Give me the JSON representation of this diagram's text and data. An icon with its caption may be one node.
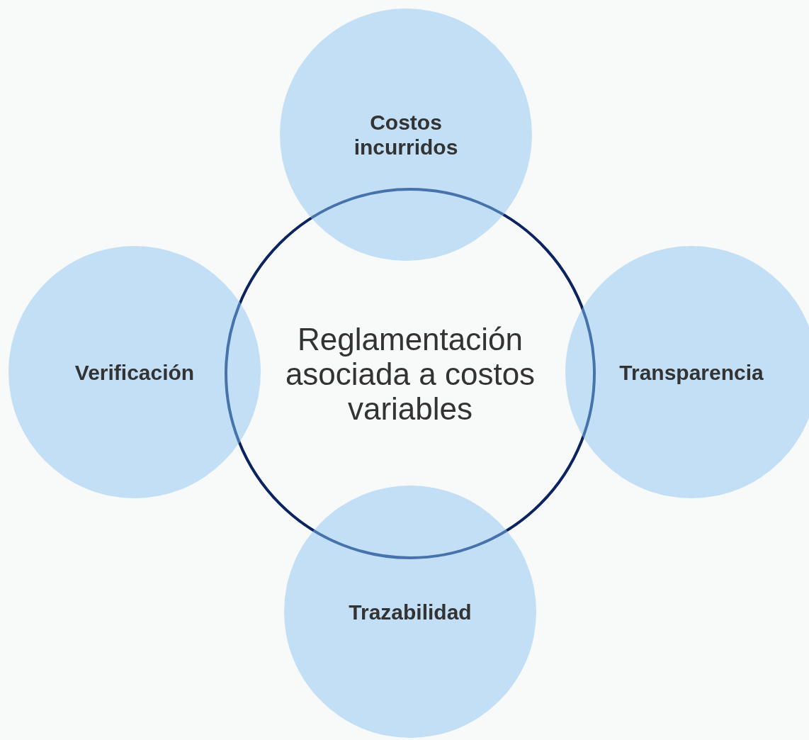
{
  "diagram": {
    "nodes": [
      {
        "text": [
          "Reglamentación asociada a costos variables"
        ]
      },
      {
        "text": [
          "Costos incurridos"
        ]
      },
      {
        "text": [
          "Verificación"
        ]
      },
      {
        "text": [
          "Transparencia"
        ]
      },
      {
        "text": [
          "Trazabilidad"
        ]
      }
    ]
  }
}
